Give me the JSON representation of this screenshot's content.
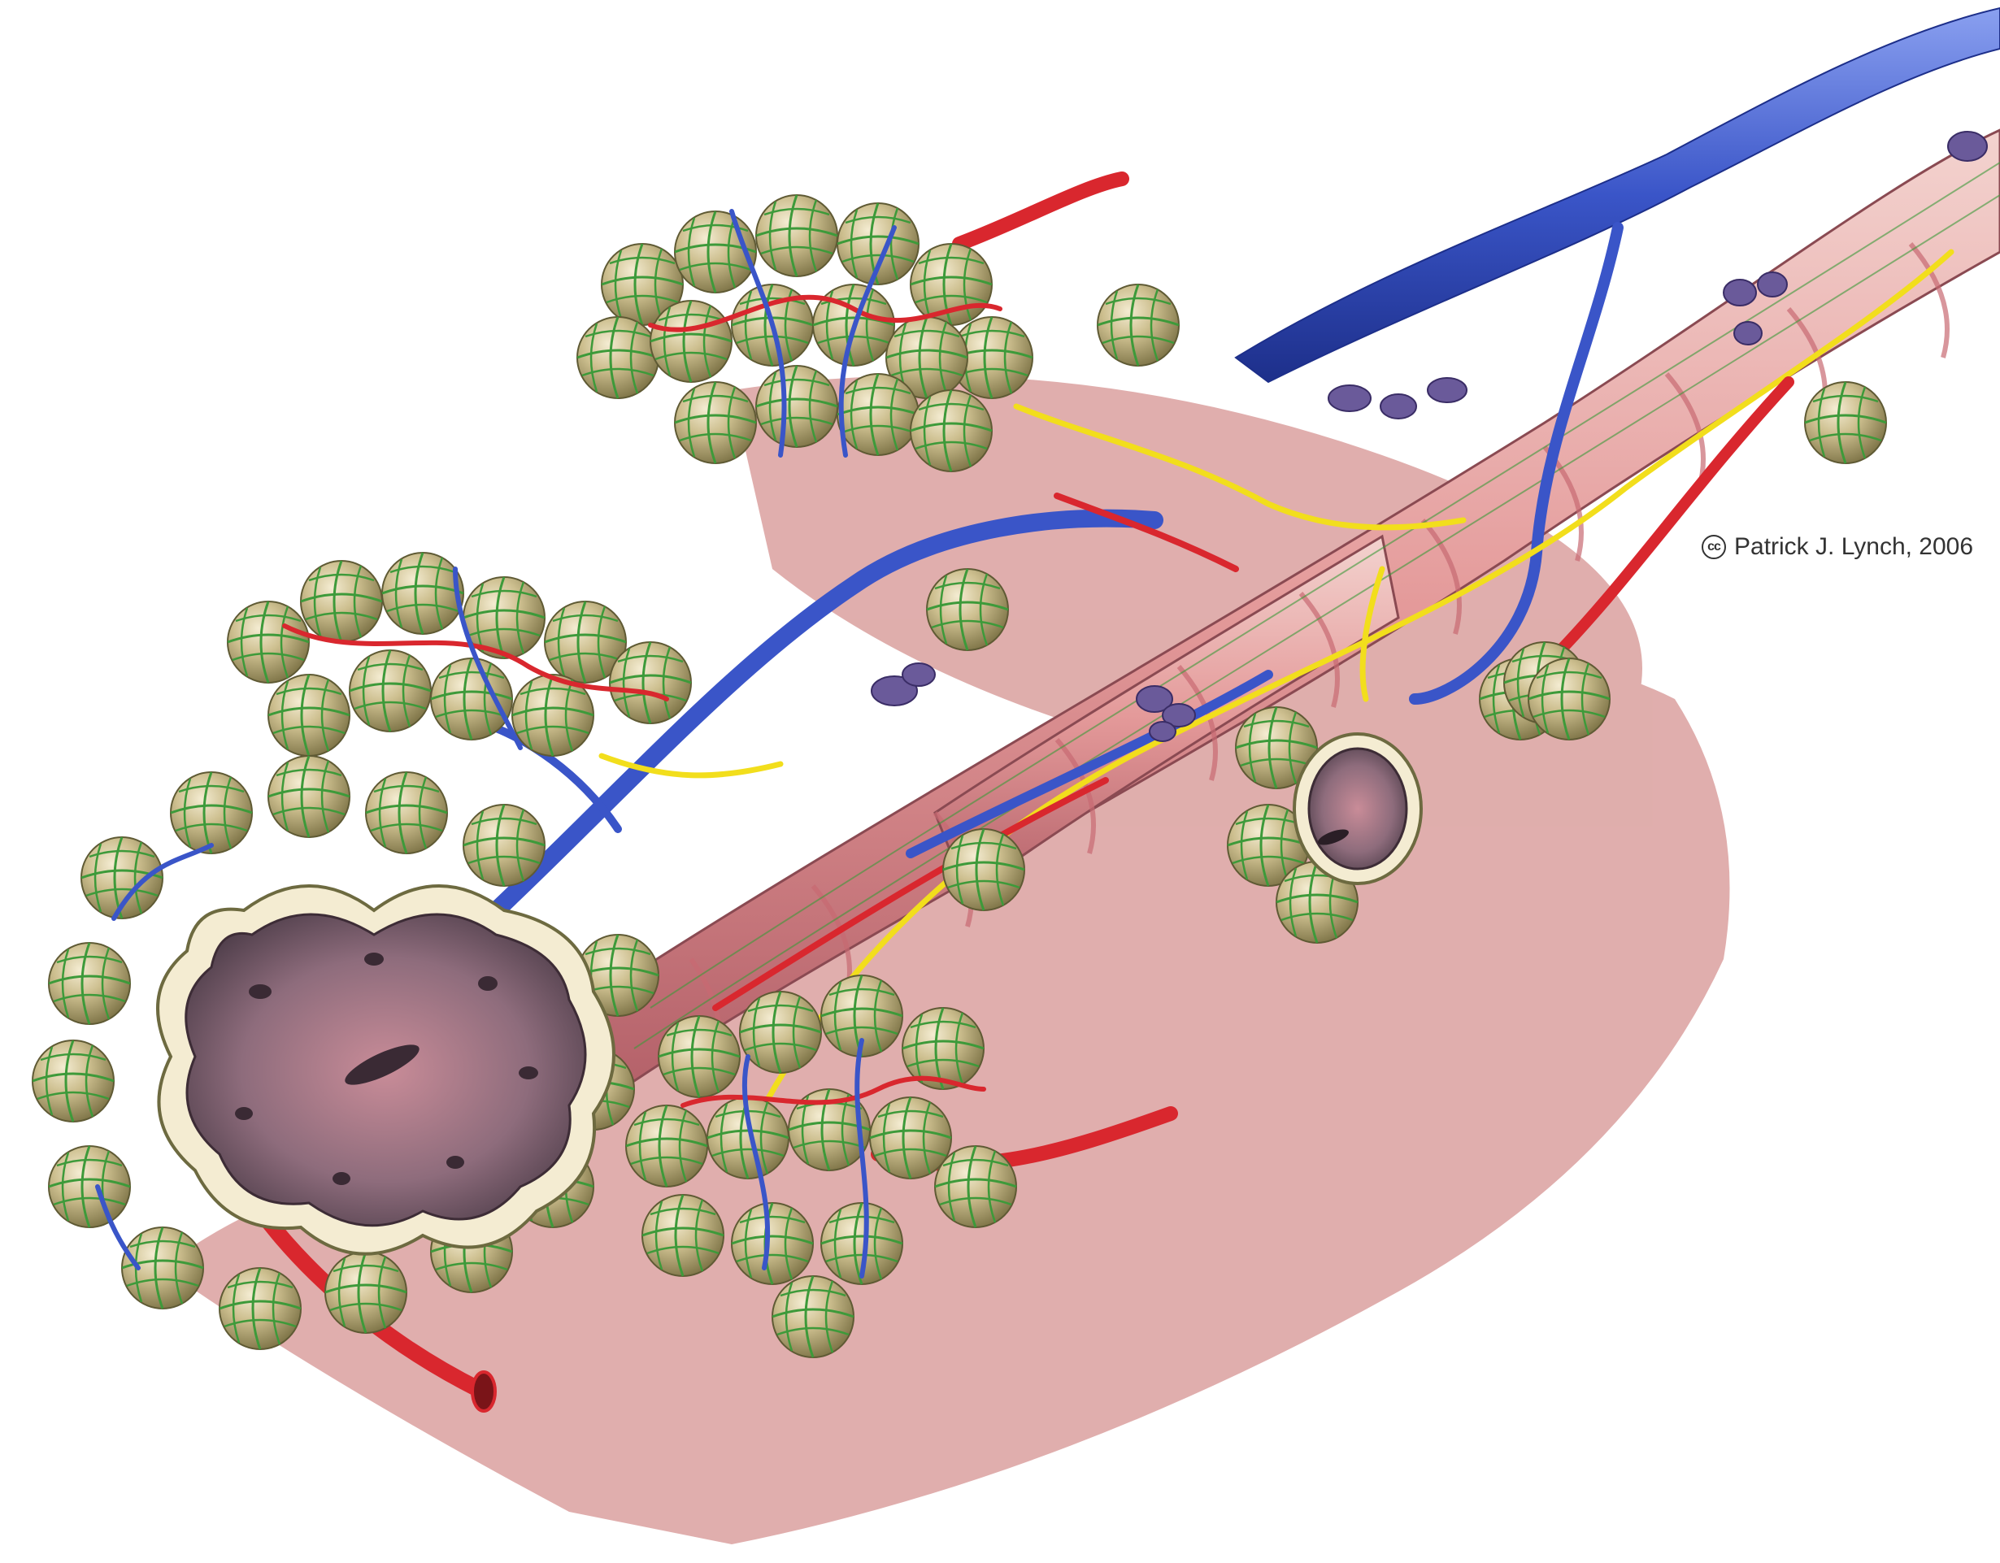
{
  "illustration": {
    "subject": "alveoli and bronchiole anatomy",
    "colors": {
      "background": "#ffffff",
      "shadow": "#d89a98",
      "alveolus": "#cdbf8f",
      "alveolus_shade": "#8f8455",
      "elastic_fiber": "#3d9a3a",
      "smooth_muscle": "#e8a0a0",
      "artery": "#d9272e",
      "vein": "#3a55c8",
      "nerve": "#f2de1c",
      "lymph": "#6a5a9a",
      "lumen": "#6e5a66"
    }
  },
  "credit": {
    "cc_mark": "cc",
    "text": "Patrick J. Lynch, 2006"
  }
}
